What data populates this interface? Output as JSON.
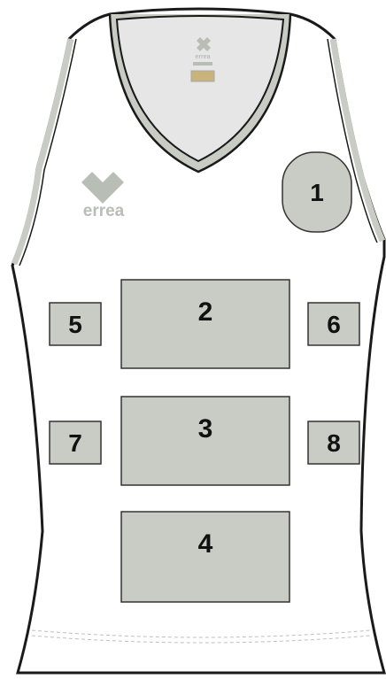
{
  "colors": {
    "zone_fill": "#c9ccc4",
    "zone_stroke": "#333333",
    "garment_fill": "#ffffff",
    "outline": "#1a1a1a",
    "trim": "#c9ccc4",
    "inner_neck": "#e6e6e6",
    "logo": "#b8bdb5"
  },
  "brand": {
    "name": "errea",
    "label_text": "errea"
  },
  "zones": [
    {
      "id": "1",
      "label": "1",
      "shape": "rounded"
    },
    {
      "id": "2",
      "label": "2",
      "shape": "rect"
    },
    {
      "id": "3",
      "label": "3",
      "shape": "rect"
    },
    {
      "id": "4",
      "label": "4",
      "shape": "rect"
    },
    {
      "id": "5",
      "label": "5",
      "shape": "rect"
    },
    {
      "id": "6",
      "label": "6",
      "shape": "rect"
    },
    {
      "id": "7",
      "label": "7",
      "shape": "rect"
    },
    {
      "id": "8",
      "label": "8",
      "shape": "rect"
    }
  ]
}
